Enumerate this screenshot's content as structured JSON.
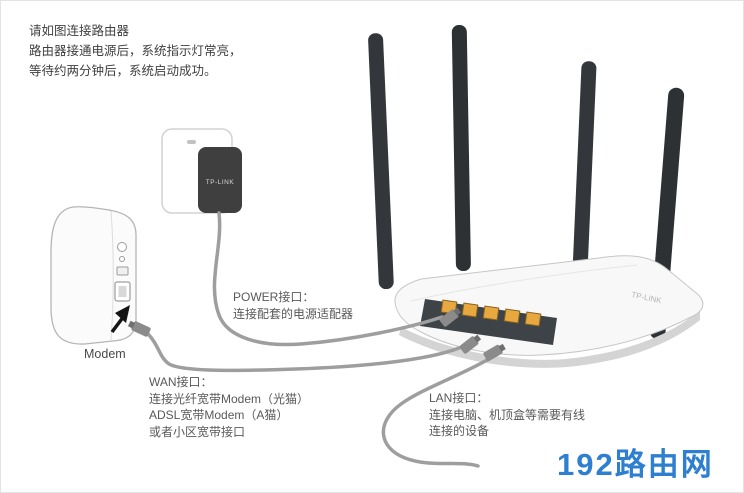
{
  "instructions": {
    "line1": "请如图连接路由器",
    "line2": "路由器接通电源后，系统指示灯常亮，",
    "line3": "等待约两分钟后，系统启动成功。"
  },
  "modem_label": "Modem",
  "power_label": {
    "title": "POWER接口：",
    "desc": "连接配套的电源适配器"
  },
  "wan_label": {
    "title": "WAN接口：",
    "line1": "连接光纤宽带Modem（光猫）",
    "line2": "ADSL宽带Modem（A猫）",
    "line3": "或者小区宽带接口"
  },
  "lan_label": {
    "title": "LAN接口：",
    "line1": "连接电脑、机顶盒等需要有线",
    "line2": "连接的设备"
  },
  "brand": {
    "adapter": "TP-LINK",
    "router": "TP-LINK"
  },
  "watermark": {
    "text": "192路由网",
    "color": "#2E7FD0"
  }
}
